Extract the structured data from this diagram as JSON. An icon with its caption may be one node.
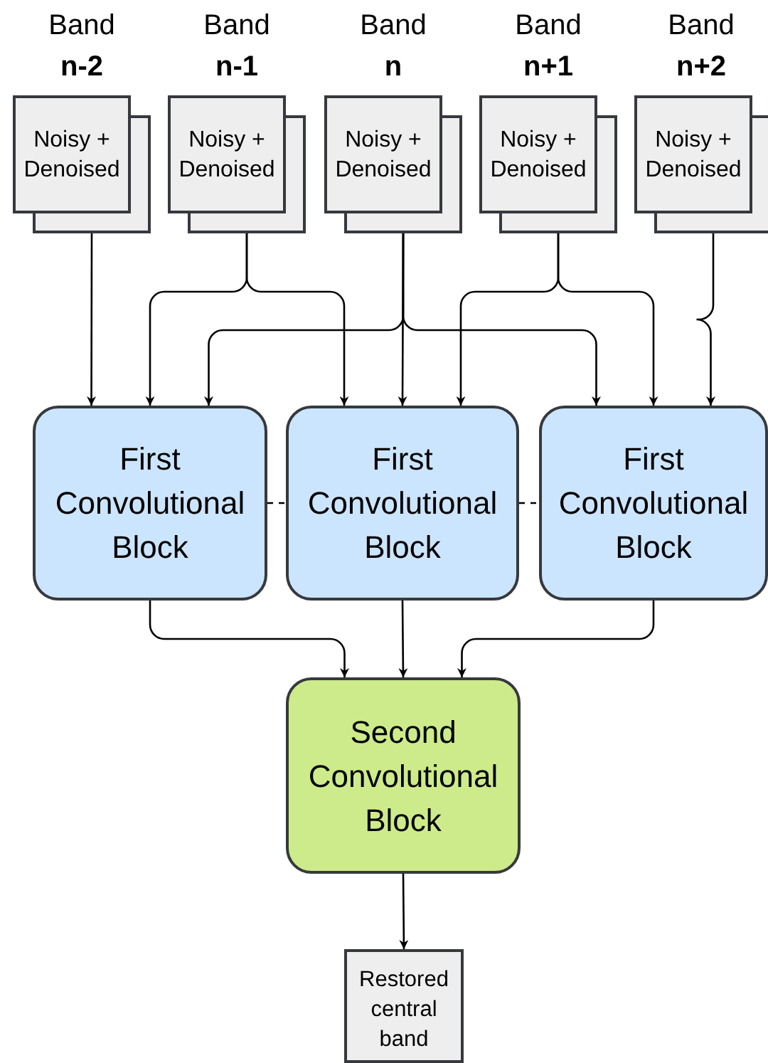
{
  "diagram": {
    "nodes": [
      {
        "text": [
          "Band **n-2**",
          "Noisy + Denoised"
        ]
      },
      {
        "text": [
          "Band **n-1**",
          "Noisy + Denoised"
        ]
      },
      {
        "text": [
          "Band **n**",
          "Noisy + Denoised"
        ]
      },
      {
        "text": [
          "Band **n+1**",
          "Noisy + Denoised"
        ]
      },
      {
        "text": [
          "Band **n+2**",
          "Noisy + Denoised"
        ]
      },
      {
        "text": [
          "First Convolutional Block"
        ]
      },
      {
        "text": [
          "First Convolutional Block"
        ]
      },
      {
        "text": [
          "First Convolutional Block"
        ]
      },
      {
        "text": [
          "Second Convolutional Block"
        ]
      },
      {
        "text": [
          "Restored central band"
        ]
      }
    ],
    "edges": [
      {
        "from": 0,
        "to": 5,
        "arrow": "to"
      },
      {
        "from": 1,
        "to": 5,
        "arrow": "to"
      },
      {
        "from": 1,
        "to": 6,
        "arrow": "to"
      },
      {
        "from": 2,
        "to": 5,
        "arrow": "to"
      },
      {
        "from": 2,
        "to": 6,
        "arrow": "to"
      },
      {
        "from": 2,
        "to": 7,
        "arrow": "to"
      },
      {
        "from": 3,
        "to": 6,
        "arrow": "to"
      },
      {
        "from": 3,
        "to": 7,
        "arrow": "to"
      },
      {
        "from": 4,
        "to": 7,
        "arrow": "to"
      },
      {
        "from": 5,
        "to": 6,
        "arrow": "none",
        "style": "dashed"
      },
      {
        "from": 6,
        "to": 7,
        "arrow": "none",
        "style": "dashed"
      },
      {
        "from": 5,
        "to": 8,
        "arrow": "to"
      },
      {
        "from": 6,
        "to": 8,
        "arrow": "to"
      },
      {
        "from": 7,
        "to": 8,
        "arrow": "to"
      },
      {
        "from": 8,
        "to": 9,
        "arrow": "to"
      }
    ]
  }
}
